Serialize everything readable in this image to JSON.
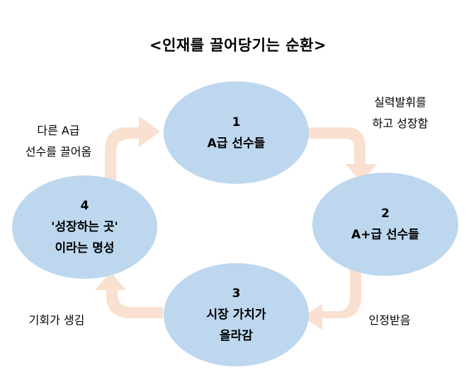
{
  "title": "<인재를 끌어당기는 순환>",
  "colors": {
    "node_fill": "#BDD7EE",
    "arrow_fill": "#F9E0D0"
  },
  "nodes": [
    {
      "number": "1",
      "lines": [
        "A급 선수들"
      ]
    },
    {
      "number": "2",
      "lines": [
        "A+급 선수들"
      ]
    },
    {
      "number": "3",
      "lines": [
        "시장 가치가",
        "올라감"
      ]
    },
    {
      "number": "4",
      "lines": [
        "'성장하는 곳'",
        "이라는 명성"
      ]
    }
  ],
  "edge_labels": [
    {
      "lines": [
        "실력발휘를",
        "하고 성장함"
      ]
    },
    {
      "lines": [
        "인정받음"
      ]
    },
    {
      "lines": [
        "기회가 생김"
      ]
    },
    {
      "lines": [
        "다른 A급",
        "선수를 끌어옴"
      ]
    }
  ]
}
